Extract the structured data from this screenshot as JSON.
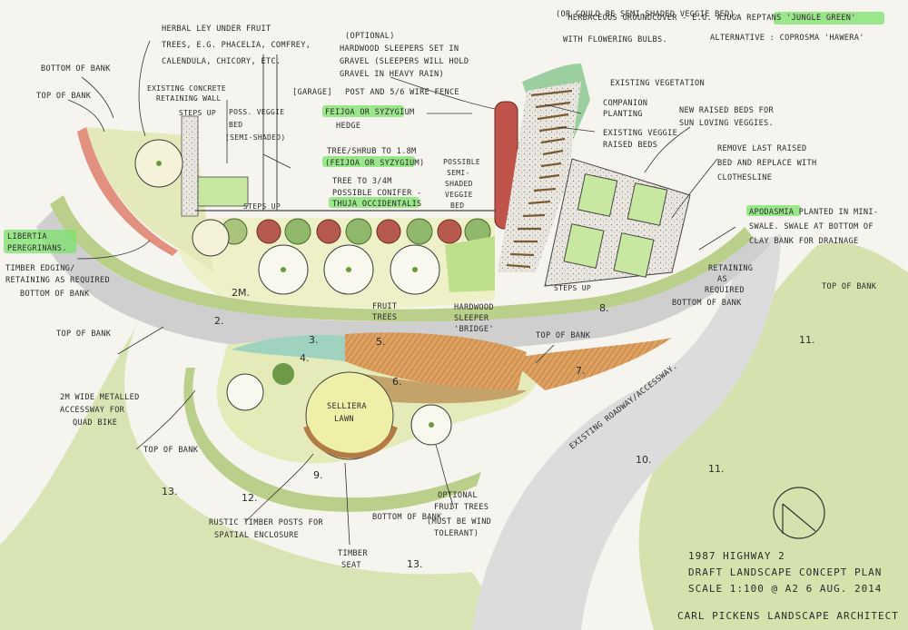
{
  "palette": {
    "paper": "#f6f4ee",
    "bank_green": "#c9d9a0",
    "path_grey": "#cfcfcf",
    "lawn": "#eef0a8",
    "veggie_bed": "#c8e7a0",
    "orange_bed": "#d99a55",
    "teal_bed": "#9fd3c0",
    "red_shrub": "#c0544a",
    "highlighter": "#7be36a"
  },
  "labels": {
    "semi_shaded_note": "(OR COULD BE SEMI-SHADED VEGGIE BED).",
    "herbaceous_line1": "HERBACEOUS GROUNDCOVER - E.G. AJUGA REPTANS 'JUNGLE GREEN'",
    "herbaceous_line2": "WITH FLOWERING BULBS.",
    "herbaceous_line3": "ALTERNATIVE : COPROSMA 'HAWERA'",
    "herbal_ley_1": "HERBAL LEY UNDER FRUIT",
    "herbal_ley_2": "TREES, E.G. PHACELIA, COMFREY,",
    "herbal_ley_3": "CALENDULA, CHICORY, ETC.",
    "bottom_of_bank": "BOTTOM OF BANK",
    "top_of_bank": "TOP OF BANK",
    "existing_concrete_1": "EXISTING CONCRETE",
    "existing_concrete_2": "RETAINING WALL",
    "steps_up": "STEPS UP",
    "poss_veggie_1": "POSS. VEGGIE",
    "poss_veggie_2": "BED",
    "poss_veggie_3": "(SEMI-SHADED)",
    "garage": "[GARAGE]",
    "sleepers_1": "(OPTIONAL)",
    "sleepers_2": "HARDWOOD SLEEPERS SET IN",
    "sleepers_3": "GRAVEL (SLEEPERS WILL HOLD",
    "sleepers_4": "GRAVEL IN HEAVY RAIN)",
    "sleepers_5": "POST AND 5/6 WIRE FENCE",
    "feijoa_hedge_1": "FEIJOA OR SYZYGIUM",
    "feijoa_hedge_2": "HEDGE",
    "tree_shrub_1": "TREE/SHRUB TO 1.8M",
    "tree_shrub_2": "(FEIJOA OR SYZYGIUM)",
    "conifer_1": "TREE TO 3/4M",
    "conifer_2": "POSSIBLE CONIFER -",
    "conifer_3": "THUJA OCCIDENTALIS",
    "possible_semi_1": "POSSIBLE",
    "possible_semi_2": "SEMI-",
    "possible_semi_3": "SHADED",
    "possible_semi_4": "VEGGIE",
    "possible_semi_5": "BED",
    "existing_vegetation": "EXISTING VEGETATION",
    "companion_1": "COMPANION",
    "companion_2": "PLANTING",
    "existing_veggie_1": "EXISTING VEGGIE",
    "existing_veggie_2": "RAISED BEDS",
    "new_raised_1": "NEW RAISED BEDS FOR",
    "new_raised_2": "SUN LOVING VEGGIES.",
    "remove_1": "REMOVE LAST RAISED",
    "remove_2": "BED AND REPLACE WITH",
    "remove_3": "CLOTHESLINE",
    "apodasmia_1": "APODASMIA PLANTED IN MINI-",
    "apodasmia_2": "SWALE. SWALE AT BOTTOM OF",
    "apodasmia_3": "CLAY BANK FOR DRAINAGE",
    "libertia_1": "LIBERTIA",
    "libertia_2": "PEREGRINANS.",
    "timber_1": "TIMBER EDGING/",
    "timber_2": "RETAINING AS REQUIRED",
    "two_m": "2M.",
    "fruit_trees_1": "FRUIT",
    "fruit_trees_2": "TREES",
    "bridge_1": "HARDWOOD",
    "bridge_2": "SLEEPER",
    "bridge_3": "'BRIDGE'",
    "retaining_1": "RETAINING",
    "retaining_2": "AS",
    "retaining_3": "REQUIRED",
    "accessway_1": "2M WIDE METALLED",
    "accessway_2": "ACCESSWAY FOR",
    "accessway_3": "QUAD BIKE",
    "selliera_1": "SELLIERA",
    "selliera_2": "LAWN",
    "existing_roadway": "EXISTING ROADWAY/ACCESSWAY.",
    "rustic_1": "RUSTIC TIMBER POSTS FOR",
    "rustic_2": "SPATIAL ENCLOSURE",
    "timber_seat_1": "TIMBER",
    "timber_seat_2": "SEAT",
    "optional_fruit_1": "OPTIONAL",
    "optional_fruit_2": "FRUIT TREES",
    "optional_fruit_3": "(MUST BE WIND",
    "optional_fruit_4": "TOLERANT)"
  },
  "area_numbers": {
    "n2": "2.",
    "n3": "3.",
    "n4": "4.",
    "n5": "5.",
    "n6": "6.",
    "n7": "7.",
    "n8": "8.",
    "n9": "9.",
    "n10": "10.",
    "n11a": "11.",
    "n11b": "11.",
    "n12": "12.",
    "n13a": "13.",
    "n13b": "13."
  },
  "title_block": {
    "line1": "1987 HIGHWAY 2",
    "line2": "DRAFT LANDSCAPE CONCEPT PLAN",
    "line3": "SCALE 1:100 @ A2    6 AUG. 2014",
    "line4": "CARL PICKENS LANDSCAPE ARCHITECT"
  }
}
